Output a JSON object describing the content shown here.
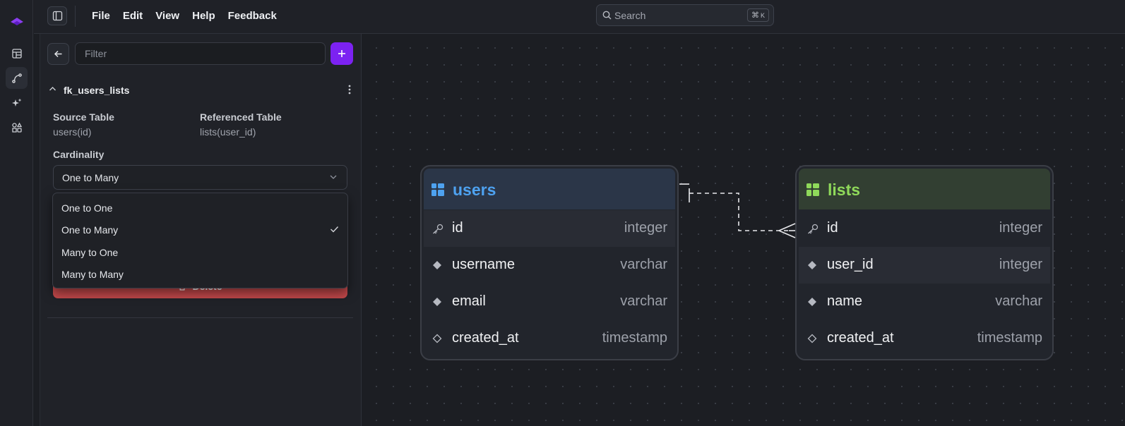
{
  "app": {
    "menu": [
      "File",
      "Edit",
      "View",
      "Help",
      "Feedback"
    ],
    "search": {
      "placeholder": "Search",
      "shortcut_mod": "⌘",
      "shortcut_key": "K"
    }
  },
  "activity_bar": {
    "items": [
      {
        "name": "tables-icon",
        "active": false
      },
      {
        "name": "relationships-icon",
        "active": true
      },
      {
        "name": "ai-sparkle-icon",
        "active": false
      },
      {
        "name": "shapes-icon",
        "active": false
      }
    ]
  },
  "sidebar": {
    "filter_placeholder": "Filter",
    "relationship": {
      "name": "fk_users_lists",
      "source_label": "Source Table",
      "source_value": "users(id)",
      "referenced_label": "Referenced Table",
      "referenced_value": "lists(user_id)",
      "cardinality_label": "Cardinality",
      "cardinality_value": "One to Many",
      "delete_label": "Delete"
    },
    "cardinality_options": [
      "One to One",
      "One to Many",
      "Many to One",
      "Many to Many"
    ],
    "selected_option": "One to Many"
  },
  "canvas": {
    "tables": [
      {
        "name": "users",
        "header_color": "#2b3648",
        "title_color": "#4ea2f0",
        "columns": [
          {
            "name": "id",
            "type": "integer",
            "icon": "key-icon"
          },
          {
            "name": "username",
            "type": "varchar",
            "icon": "diamond-filled-icon"
          },
          {
            "name": "email",
            "type": "varchar",
            "icon": "diamond-filled-icon"
          },
          {
            "name": "created_at",
            "type": "timestamp",
            "icon": "diamond-outline-icon"
          }
        ]
      },
      {
        "name": "lists",
        "header_color": "#323f32",
        "title_color": "#8fd95a",
        "columns": [
          {
            "name": "id",
            "type": "integer",
            "icon": "key-icon"
          },
          {
            "name": "user_id",
            "type": "integer",
            "icon": "diamond-filled-icon"
          },
          {
            "name": "name",
            "type": "varchar",
            "icon": "diamond-filled-icon"
          },
          {
            "name": "created_at",
            "type": "timestamp",
            "icon": "diamond-outline-icon"
          }
        ]
      }
    ]
  },
  "colors": {
    "accent": "#7c22f2",
    "danger": "#c2484a"
  }
}
